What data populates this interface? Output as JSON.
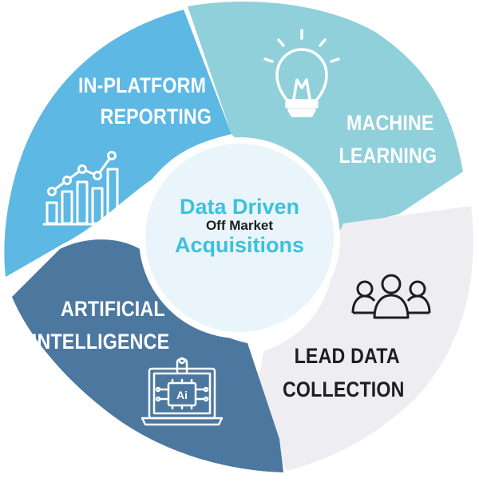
{
  "center": {
    "line1": "Data Driven",
    "line2": "Off Market",
    "line3": "Acquisitions"
  },
  "segments": [
    {
      "id": "in-platform-reporting",
      "lines": [
        "IN-PLATFORM",
        "REPORTING"
      ],
      "color": "#5db8e3",
      "icon": "bar-chart-icon"
    },
    {
      "id": "machine-learning",
      "lines": [
        "MACHINE",
        "LEARNING"
      ],
      "color": "#8fd0da",
      "icon": "lightbulb-icon"
    },
    {
      "id": "lead-data-collection",
      "lines": [
        "LEAD DATA",
        "COLLECTION"
      ],
      "color": "#eeeef2",
      "icon": "people-icon"
    },
    {
      "id": "artificial-intelligence",
      "lines": [
        "ARTIFICIAL",
        "INTELLIGENCE"
      ],
      "color": "#4c779f",
      "icon": "ai-laptop-icon"
    }
  ],
  "colors": {
    "center_fill": "#eaf5fb",
    "center_text_accent": "#3bc1de",
    "dark_text": "#1e1e1e",
    "light_text": "#ffffff"
  }
}
